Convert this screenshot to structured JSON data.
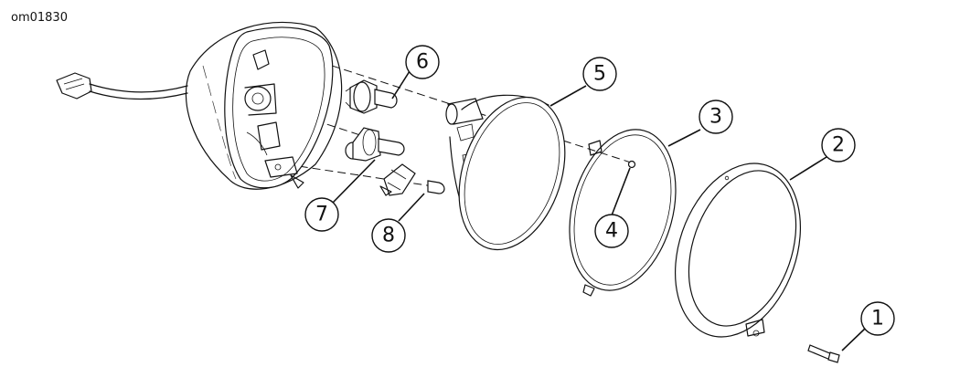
{
  "figure_ref": "om01830",
  "callouts": [
    "1",
    "2",
    "3",
    "4",
    "5",
    "6",
    "7",
    "8"
  ]
}
